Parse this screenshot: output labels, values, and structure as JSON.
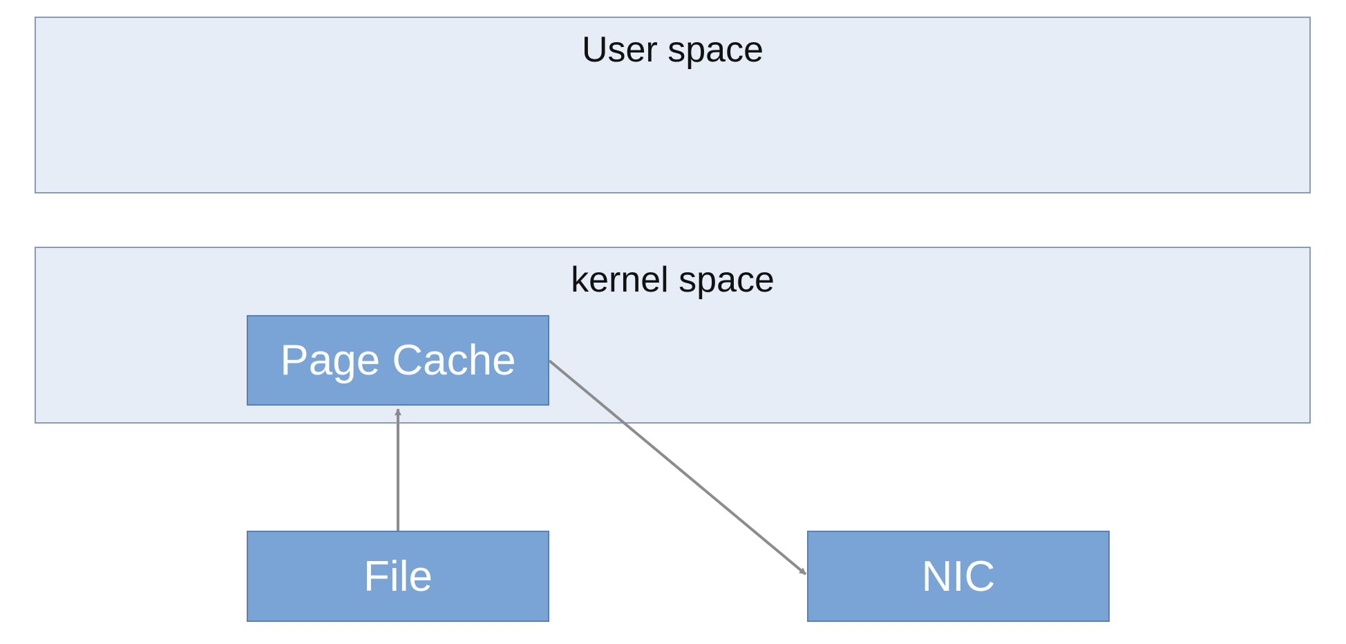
{
  "regions": {
    "user_space": {
      "label": "User space"
    },
    "kernel_space": {
      "label": "kernel space"
    }
  },
  "boxes": {
    "page_cache": {
      "label": "Page Cache"
    },
    "file": {
      "label": "File"
    },
    "nic": {
      "label": "NIC"
    }
  },
  "edges": [
    {
      "from": "file",
      "to": "page_cache"
    },
    {
      "from": "page_cache",
      "to": "nic"
    }
  ],
  "colors": {
    "region_fill": "#e6edf7",
    "region_border": "#8a9bb8",
    "box_fill": "#7aa3d6",
    "box_border": "#5b7fb0",
    "arrow": "#8c8c8c"
  }
}
